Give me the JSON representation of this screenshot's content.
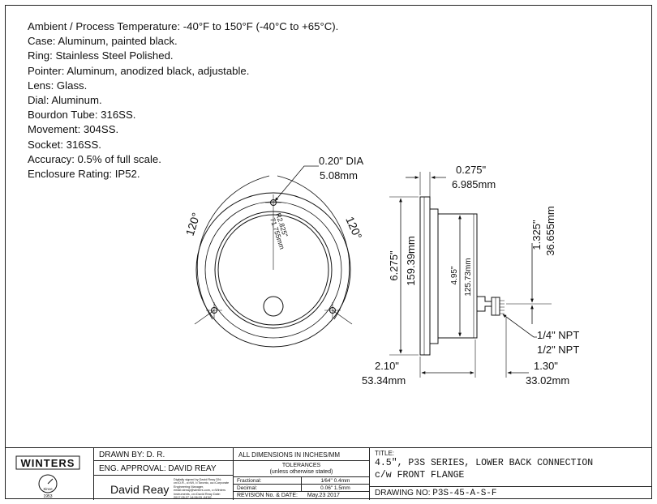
{
  "specs": [
    "Ambient / Process Temperature: -40°F to 150°F (-40°C to +65°C).",
    "Case: Aluminum, painted black.",
    "Ring: Stainless Steel Polished.",
    "Pointer: Aluminum, anodized black, adjustable.",
    "Lens: Glass.",
    "Dial: Aluminum.",
    "Bourdon Tube: 316SS.",
    "Movement: 304SS.",
    "Socket: 316SS.",
    "Accuracy: 0.5% of full scale.",
    "Enclosure Rating: IP52."
  ],
  "dims": {
    "hole_in": "0.20\" DIA",
    "hole_mm": "5.08mm",
    "angle_left": "120°",
    "angle_right": "120°",
    "radius_in": "R2.825\"",
    "radius_mm": "71.755mm",
    "height_in": "6.275\"",
    "height_mm": "159.39mm",
    "flange_in": "0.275\"",
    "flange_mm": "6.985mm",
    "case_in": "4.95\"",
    "case_mm": "125.73mm",
    "offset_in": "1.325\"",
    "offset_mm": "36.655mm",
    "npt1": "1/4\" NPT",
    "npt2": "1/2\" NPT",
    "depth_in": "2.10\"",
    "depth_mm": "53.34mm",
    "conn_in": "1.30\"",
    "conn_mm": "33.02mm"
  },
  "title_block": {
    "logo": "WINTERS",
    "since": "Since",
    "year": "1953",
    "drawn_by": "DRAWN BY: D. R.",
    "eng_approval": "ENG. APPROVAL: DAVID REAY",
    "signature": "David Reay",
    "sig_note": "Digitally signed by David Reay DN: cn=D.R., o=WI, l=Toronto, ou=Corporate Engineering Manager, email=dreay@winters.com, c=Winters Instruments, cn=David Reay Date: 2017.05.27 14:06:03 -04'00'",
    "all_dims": "ALL DIMENSIONS IN INCHES/MM",
    "tolerances": "TOLERANCES",
    "unless": "(unless otherwise stated)",
    "fractional_label": "Fractional:",
    "fractional_value": "1⁄64\" 0.4mm",
    "decimal_label": "Decimal:",
    "decimal_value": "0.06\" 1.5mm",
    "revision": "REVISION No. & DATE:",
    "revision_date": "May.23 2017",
    "title_label": "TITLE:",
    "title_line1": "4.5\", P3S SERIES, LOWER BACK CONNECTION",
    "title_line2": "c/w FRONT FLANGE",
    "drawing_no_label": "DRAWING NO:",
    "drawing_no": "P3S-45-A-S-F"
  }
}
